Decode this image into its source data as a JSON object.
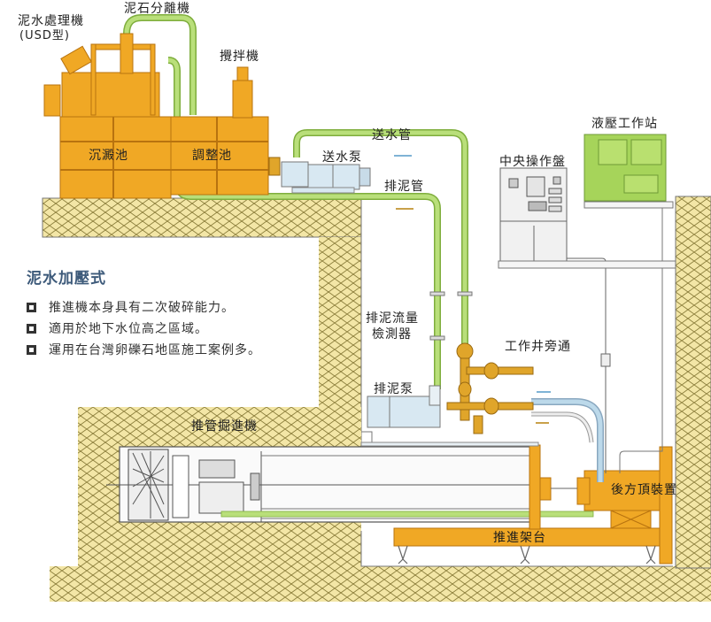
{
  "title": "泥水加壓式",
  "features": [
    "推進機本身具有二次破碎能力。",
    "適用於地下水位高之區域。",
    "運用在台灣卵礫石地區施工案例多。"
  ],
  "labels": {
    "slurry_treatment": "泥水處理機",
    "slurry_treatment_type": "(USD型)",
    "separator": "泥石分離機",
    "mixer": "攪拌機",
    "settling_tank": "沉澱池",
    "adjusting_tank": "調整池",
    "feed_pump": "送水泵",
    "feed_pipe": "送水管",
    "discharge_pipe": "排泥管",
    "control_panel": "中央操作盤",
    "hydraulic_station": "液壓工作站",
    "flow_meter_line1": "排泥流量",
    "flow_meter_line2": "檢測器",
    "shaft_bypass": "工作井旁通",
    "discharge_pump": "排泥泵",
    "tbm": "推管掘進機",
    "rear_jack": "後方頂裝置",
    "thrust_frame": "推進架台"
  },
  "colors": {
    "soil": "#f3e6a6",
    "soil_hatch": "#8a7d3a",
    "equipment_orange": "#f0a825",
    "equipment_orange_dark": "#b8730f",
    "pipe_green": "#b9df7a",
    "pipe_green_dark": "#7fae3d",
    "pipe_blue": "#bcd9ea",
    "pump_blue": "#d8e8f2",
    "hydraulic_green": "#a6d45a",
    "title_blue": "#3d5a7a"
  }
}
